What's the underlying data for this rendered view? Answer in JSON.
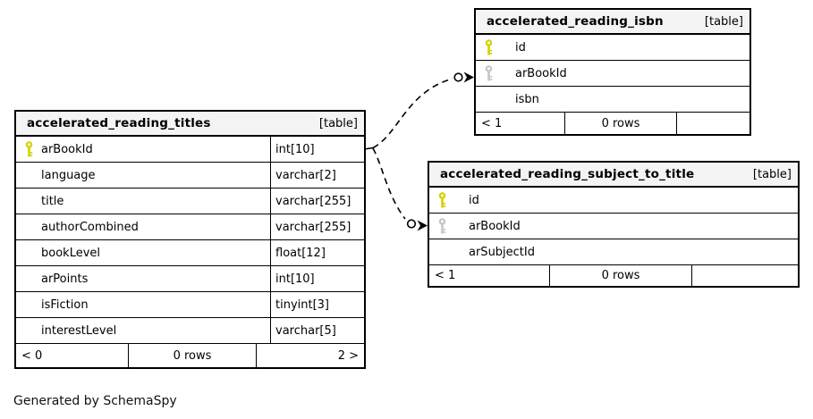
{
  "colors": {
    "primary_key": "#d3d300",
    "foreign_key": "#c6c6c6",
    "header_bg": "#f4f4f4",
    "border": "#000000"
  },
  "note": "Generated by SchemaSpy",
  "tables": [
    {
      "title": "accelerated_reading_titles",
      "badge": "[table]",
      "columns": [
        {
          "name": "arBookId",
          "type": "int[10]",
          "key": "primary"
        },
        {
          "name": "language",
          "type": "varchar[2]",
          "key": "none"
        },
        {
          "name": "title",
          "type": "varchar[255]",
          "key": "none"
        },
        {
          "name": "authorCombined",
          "type": "varchar[255]",
          "key": "none"
        },
        {
          "name": "bookLevel",
          "type": "float[12]",
          "key": "none"
        },
        {
          "name": "arPoints",
          "type": "int[10]",
          "key": "none"
        },
        {
          "name": "isFiction",
          "type": "tinyint[3]",
          "key": "none"
        },
        {
          "name": "interestLevel",
          "type": "varchar[5]",
          "key": "none"
        }
      ],
      "footer": {
        "left": "< 0",
        "center": "0 rows",
        "right": "2 >"
      }
    },
    {
      "title": "accelerated_reading_isbn",
      "badge": "[table]",
      "columns": [
        {
          "name": "id",
          "key": "primary"
        },
        {
          "name": "arBookId",
          "key": "foreign"
        },
        {
          "name": "isbn",
          "key": "none"
        }
      ],
      "footer": {
        "left": "< 1",
        "center": "0 rows",
        "right": ""
      }
    },
    {
      "title": "accelerated_reading_subject_to_title",
      "badge": "[table]",
      "columns": [
        {
          "name": "id",
          "key": "primary"
        },
        {
          "name": "arBookId",
          "key": "foreign"
        },
        {
          "name": "arSubjectId",
          "key": "none"
        }
      ],
      "footer": {
        "left": "< 1",
        "center": "0 rows",
        "right": ""
      }
    }
  ]
}
